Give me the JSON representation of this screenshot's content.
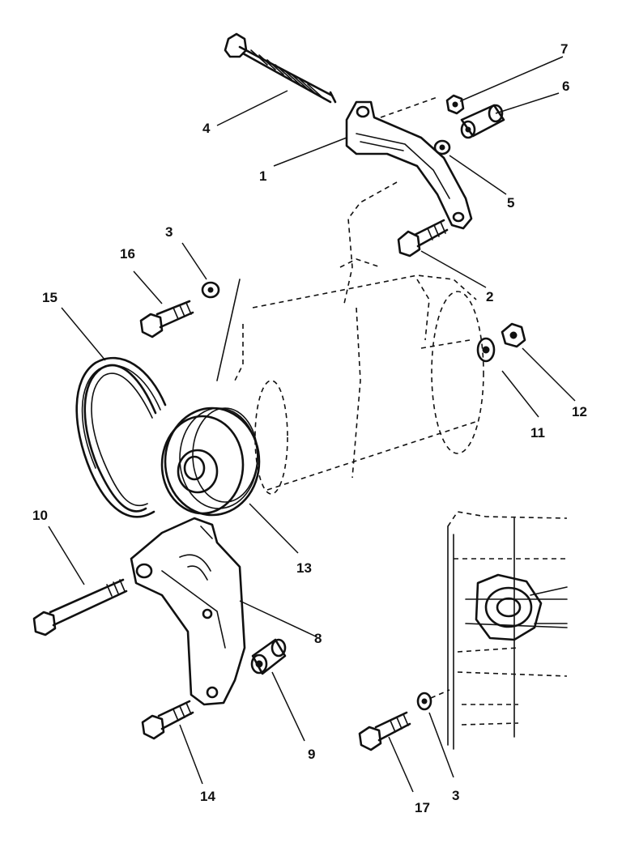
{
  "callouts": [
    "1",
    "2",
    "3",
    "4",
    "5",
    "6",
    "7",
    "8",
    "9",
    "10",
    "11",
    "12",
    "13",
    "14",
    "15",
    "16",
    "17",
    "3"
  ]
}
